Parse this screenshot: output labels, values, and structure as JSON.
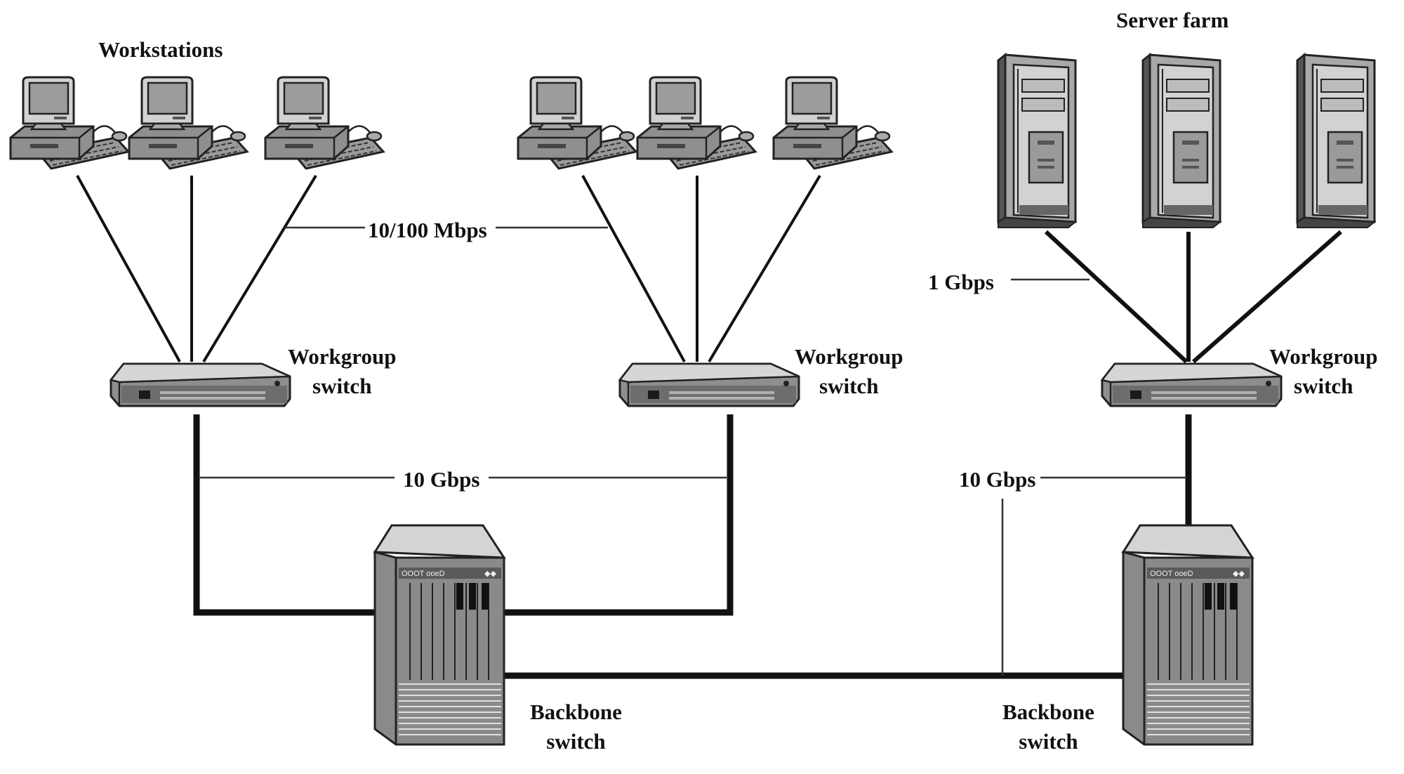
{
  "labels": {
    "workstations": "Workstations",
    "server_farm": "Server farm",
    "speed_10_100": "10/100 Mbps",
    "speed_1g": "1 Gbps",
    "speed_10g_left": "10 Gbps",
    "speed_10g_right": "10 Gbps",
    "wg_left": [
      "Workgroup",
      "switch"
    ],
    "wg_mid": [
      "Workgroup",
      "switch"
    ],
    "wg_right": [
      "Workgroup",
      "switch"
    ],
    "bb_left": [
      "Backbone",
      "switch"
    ],
    "bb_right": [
      "Backbone",
      "switch"
    ]
  },
  "device_text": {
    "backbone_panel": "OOOT ooeD",
    "backbone_leds": "◆◆"
  }
}
